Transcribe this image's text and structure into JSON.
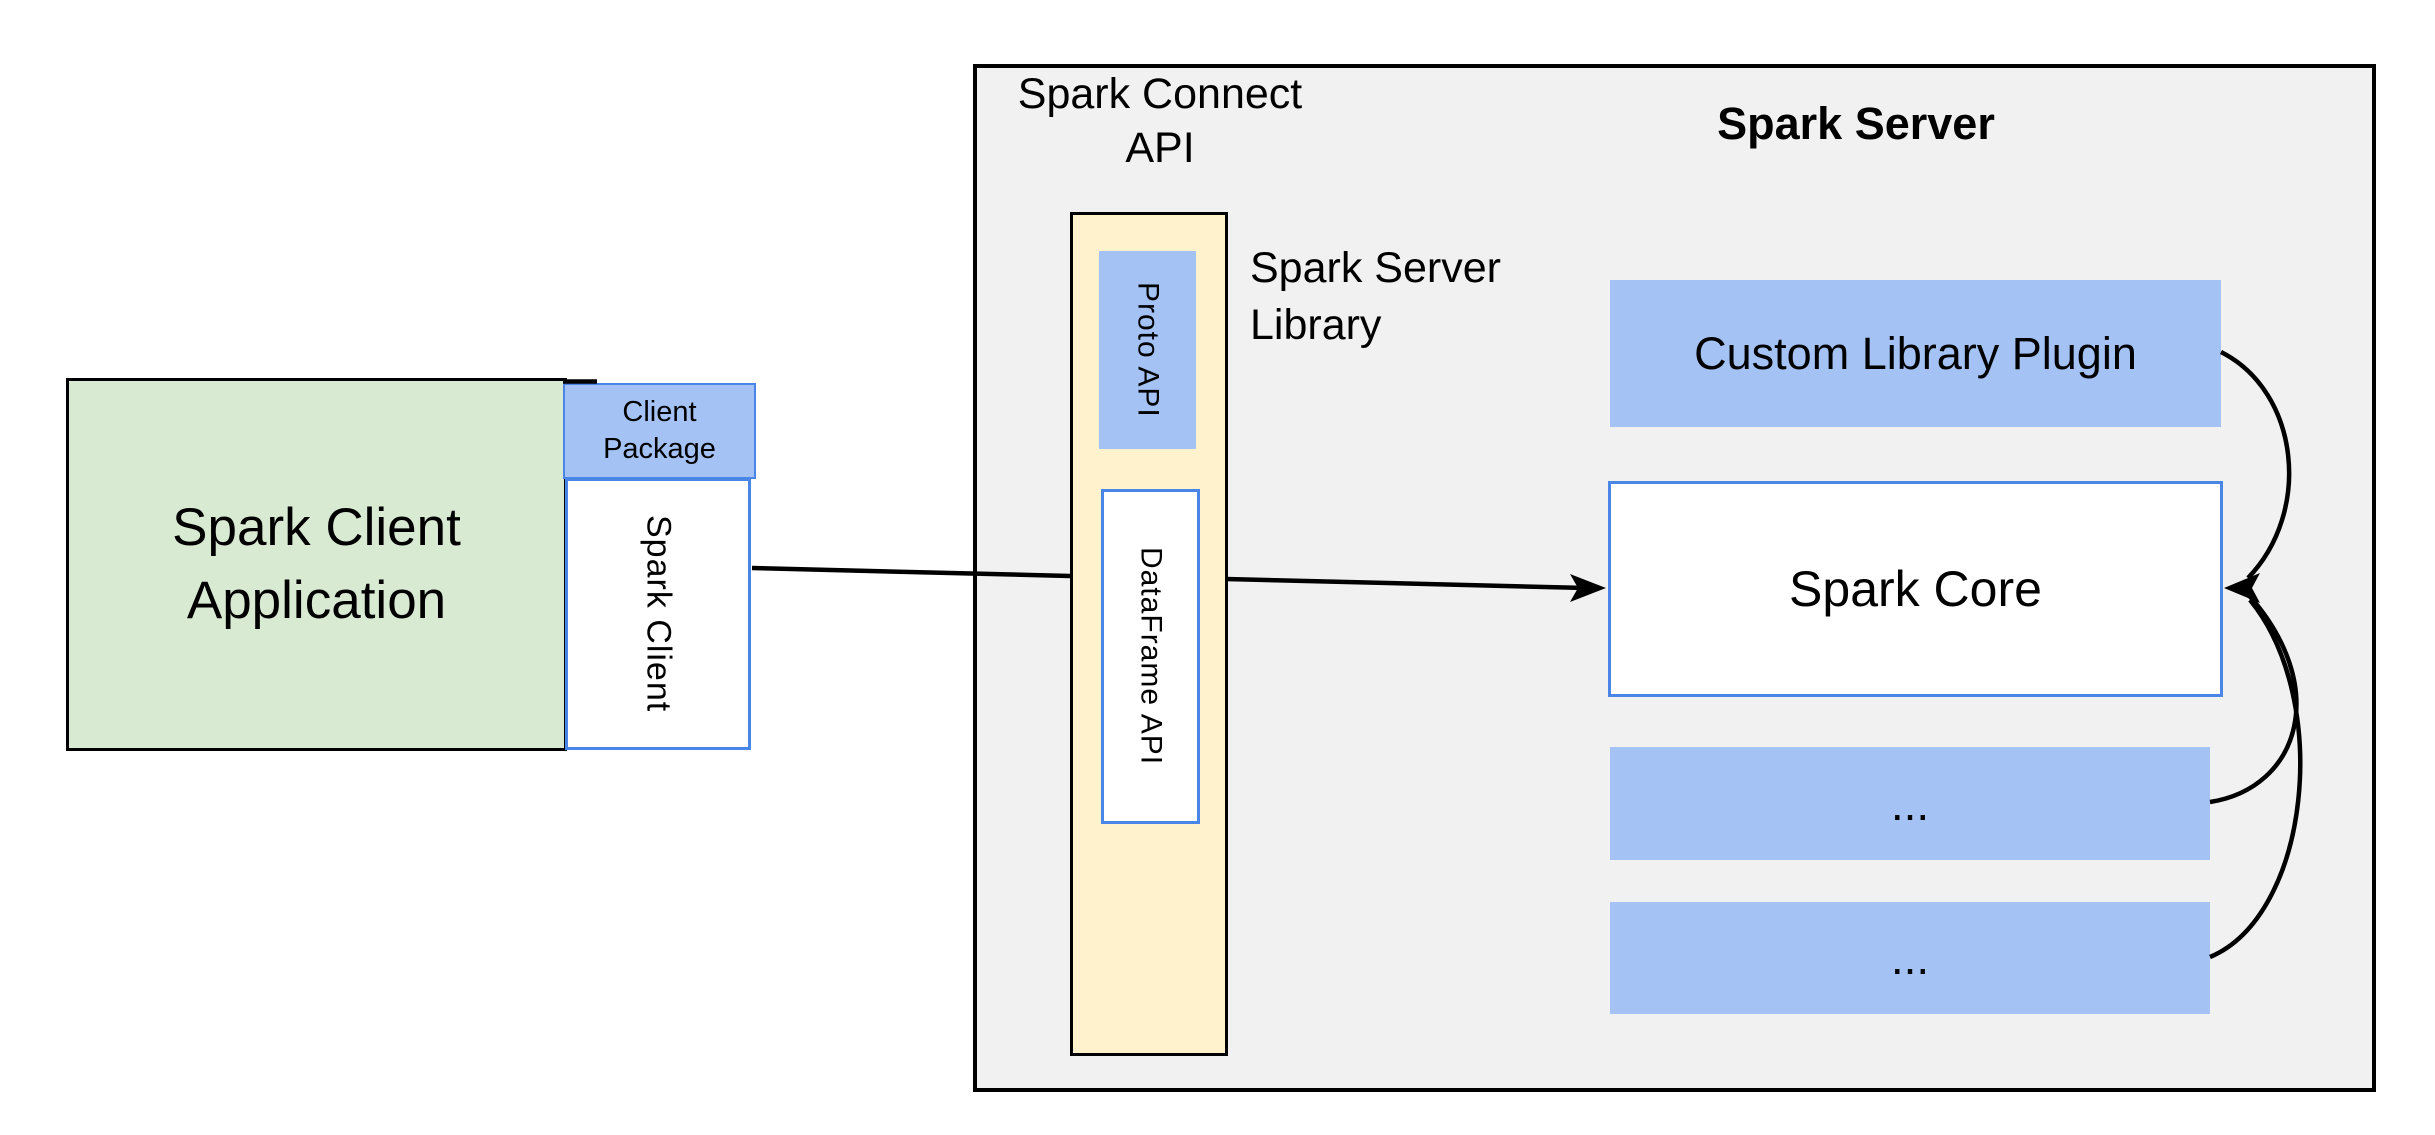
{
  "diagram": {
    "client": {
      "application_label": "Spark Client\nApplication",
      "package_label": "Client\nPackage",
      "client_label": "Spark Client"
    },
    "connect": {
      "api_label": "Spark Connect\nAPI",
      "proto_api_label": "Proto API",
      "dataframe_api_label": "DataFrame API",
      "server_library_label": "Spark Server\nLibrary"
    },
    "server": {
      "title": "Spark Server",
      "plugin_label": "Custom Library Plugin",
      "core_label": "Spark Core",
      "more_plugins_1": "...",
      "more_plugins_2": "..."
    },
    "colors": {
      "client_app_fill": "#d9ead3",
      "accent_blue_fill": "#a4c2f4",
      "accent_blue_border": "#4a86e8",
      "connect_yellow_fill": "#fff2cc",
      "server_gray_fill": "#f1f1f1",
      "line_black": "#000000"
    }
  }
}
